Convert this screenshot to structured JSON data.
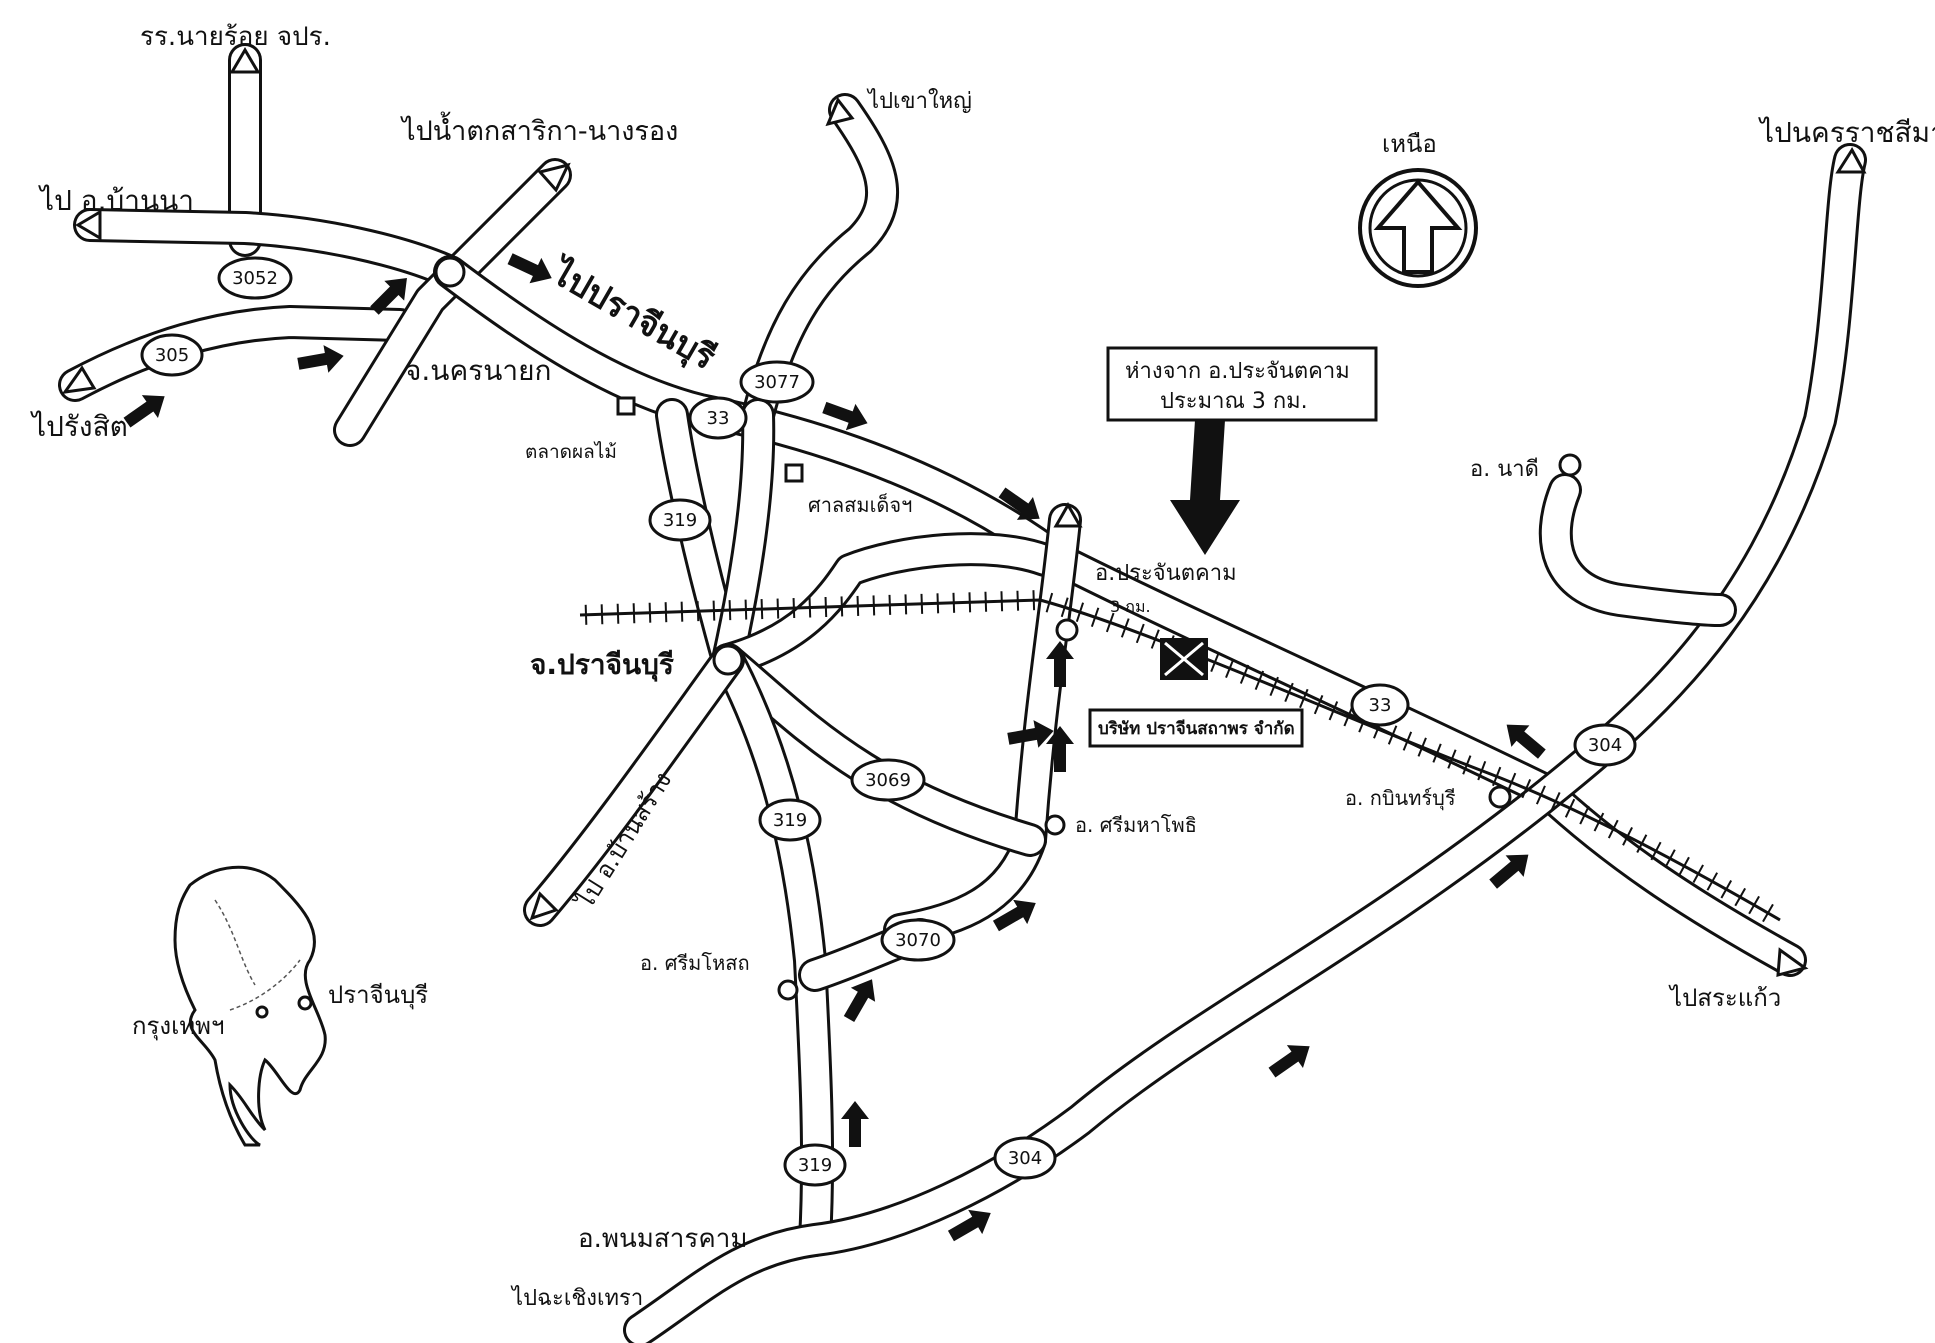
{
  "labels": {
    "rr_school": "รร.นายร้อย จปร.",
    "to_ban_na": "ไป อ.บ้านนา",
    "to_waterfall": "ไปน้ำตกสาริกา-นางรอง",
    "to_khao_yai": "ไปเขาใหญ่",
    "north": "เหนือ",
    "to_korat": "ไปนครราชสีมา",
    "to_prachinburi": "ไปปราจีนบุรี",
    "nakhon_nayok": "จ.นครนายก",
    "to_rangsit": "ไปรังสิต",
    "fruit_market": "ตลาดผลไม้",
    "shrine": "ศาลสมเด็จฯ",
    "prachantakham": "อ.ประจันตคาม",
    "prachinburi_city": "จ.ปราจีนบุรี",
    "distance_note_1": "ห่างจาก อ.ประจันตคาม",
    "distance_note_2": "ประมาณ 3 กม.",
    "three_km": "3 กม.",
    "company": "บริษัท ปราจีนสถาพร จำกัด",
    "na_di": "อ. นาดี",
    "kabin_buri": "อ. กบินทร์บุรี",
    "si_maha_phot": "อ. ศรีมหาโพธิ",
    "to_ban_sang": "ไป อ.บ้านสร้าง",
    "si_mahosot": "อ. ศรีมโหสถ",
    "to_sa_kaeo": "ไปสระแก้ว",
    "phanom_sarakham": "อ.พนมสารคาม",
    "to_chachoengsao": "ไปฉะเชิงเทรา",
    "inset_bangkok": "กรุงเทพฯ",
    "inset_prachinburi": "ปราจีนบุรี"
  },
  "route_numbers": {
    "r3052": "3052",
    "r305": "305",
    "r33_a": "33",
    "r3077": "3077",
    "r319_a": "319",
    "r3069": "3069",
    "r319_b": "319",
    "r3070": "3070",
    "r319_c": "319",
    "r304_a": "304",
    "r33_b": "33",
    "r304_b": "304"
  }
}
